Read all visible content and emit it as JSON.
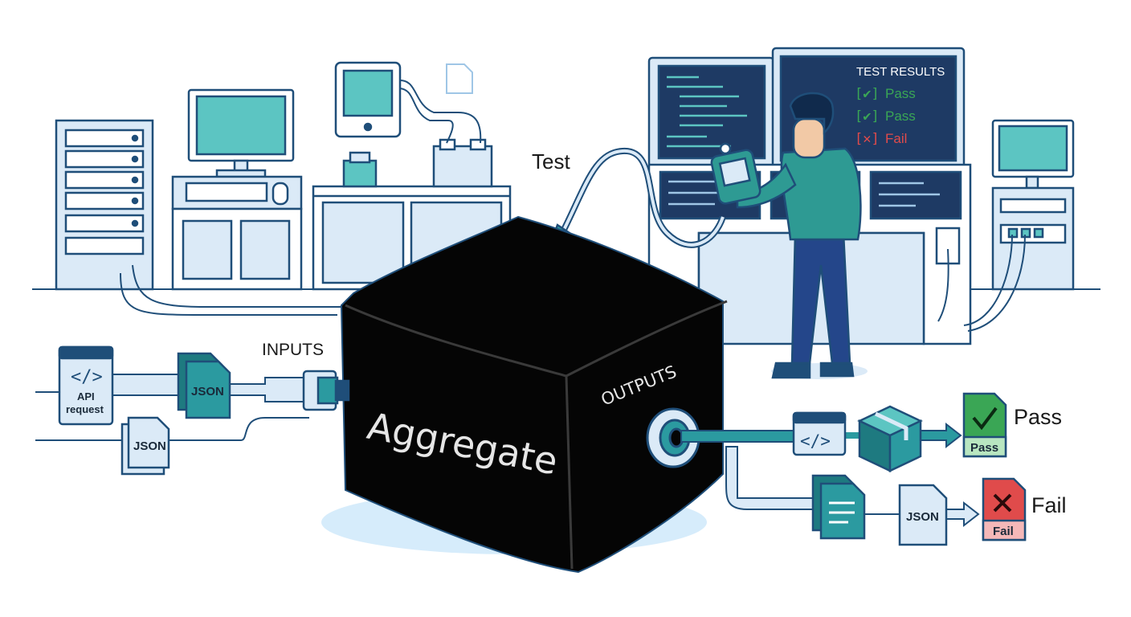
{
  "labels": {
    "test": "Test",
    "inputs": "INPUTS",
    "outputs": "OUTPUTS",
    "aggregate": "Aggregate",
    "api_request_line1": "API",
    "api_request_line2": "request",
    "json": "JSON",
    "code_glyph": "</>",
    "pass": "Pass",
    "fail": "Fail",
    "pass_badge": "Pass",
    "fail_badge": "Fail"
  },
  "test_results": {
    "title": "TEST RESULTS",
    "rows": [
      {
        "mark": "[✔]",
        "text": "Pass"
      },
      {
        "mark": "[✔]",
        "text": "Pass"
      },
      {
        "mark": "[✕]",
        "text": "Fail"
      }
    ]
  },
  "colors": {
    "outline": "#1f4e79",
    "light_blue": "#dbeaf7",
    "teal": "#2b9aa0",
    "teal_dark": "#1e7a80",
    "cube": "#050505",
    "pass_green": "#3aa655",
    "fail_red": "#e04b4b",
    "screen_navy": "#1e3a64",
    "person_shirt": "#2e9a93",
    "person_pants": "#24468a"
  },
  "icons": [
    "server-tower-icon",
    "desktop-computer-icon",
    "tablet-icon",
    "document-icon",
    "code-window-icon",
    "json-file-icon",
    "package-box-icon",
    "pass-badge-icon",
    "fail-badge-icon",
    "handheld-scanner-icon",
    "test-probe-icon",
    "output-port-icon",
    "input-connector-icon"
  ]
}
